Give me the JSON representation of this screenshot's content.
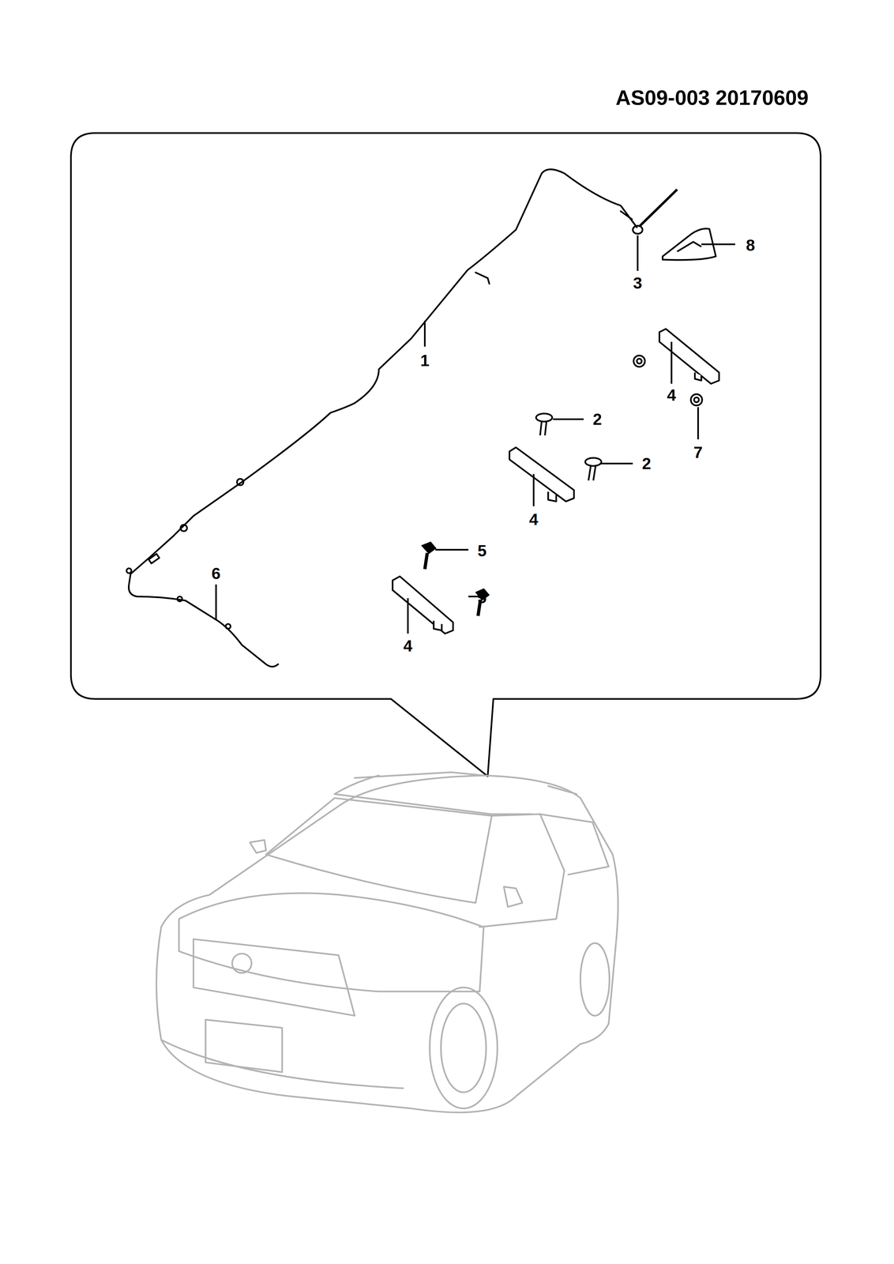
{
  "diagram": {
    "title": "AS09-003 20170609",
    "labels": [
      "8",
      "3",
      "1",
      "4",
      "2",
      "7",
      "2",
      "4",
      "5",
      "5",
      "6",
      "4"
    ]
  }
}
